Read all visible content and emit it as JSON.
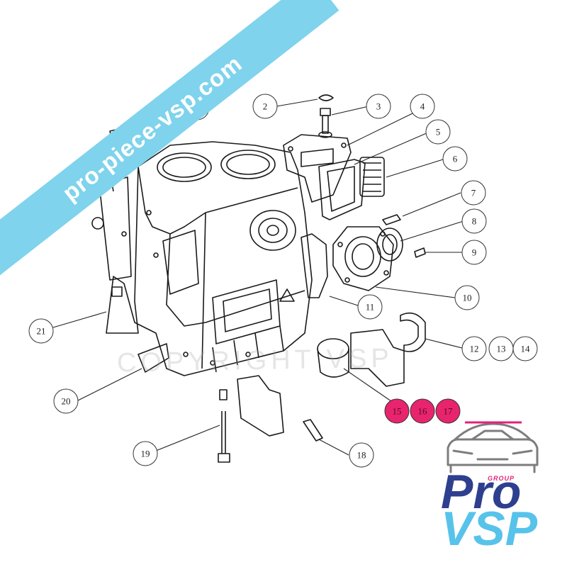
{
  "banner": {
    "text": "pro-piece-vsp.com",
    "color": "#7fd3ec"
  },
  "watermark": {
    "text": "COPYRIGHT VSP"
  },
  "callouts": [
    {
      "label": "1",
      "highlight": false
    },
    {
      "label": "2",
      "highlight": false
    },
    {
      "label": "3",
      "highlight": false
    },
    {
      "label": "4",
      "highlight": false
    },
    {
      "label": "5",
      "highlight": false
    },
    {
      "label": "6",
      "highlight": false
    },
    {
      "label": "7",
      "highlight": false
    },
    {
      "label": "8",
      "highlight": false
    },
    {
      "label": "9",
      "highlight": false
    },
    {
      "label": "10",
      "highlight": false
    },
    {
      "label": "11",
      "highlight": false
    },
    {
      "label": "12",
      "highlight": false
    },
    {
      "label": "13",
      "highlight": false
    },
    {
      "label": "14",
      "highlight": false
    },
    {
      "label": "15",
      "highlight": true
    },
    {
      "label": "16",
      "highlight": true
    },
    {
      "label": "17",
      "highlight": true
    },
    {
      "label": "18",
      "highlight": false
    },
    {
      "label": "19",
      "highlight": false
    },
    {
      "label": "20",
      "highlight": false
    },
    {
      "label": "21",
      "highlight": false
    }
  ],
  "logo": {
    "group": "GROUP",
    "pro": "Pro",
    "vsp": "VSP",
    "colors": {
      "pro": "#2e3f8f",
      "vsp": "#57c3ea",
      "accent": "#e61f7a"
    }
  },
  "colors": {
    "highlight": "#e8246e",
    "line": "#222222"
  }
}
